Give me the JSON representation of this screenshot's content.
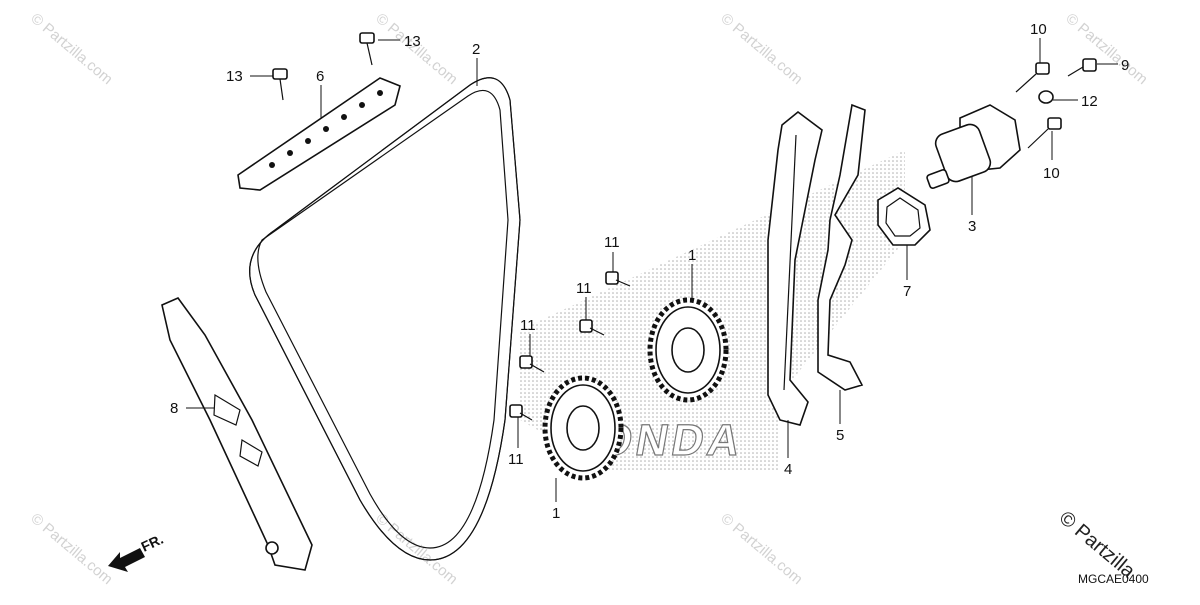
{
  "diagram": {
    "callouts": [
      {
        "id": "c2",
        "text": "2"
      },
      {
        "id": "c6",
        "text": "6"
      },
      {
        "id": "c13a",
        "text": "13"
      },
      {
        "id": "c13b",
        "text": "13"
      },
      {
        "id": "c8",
        "text": "8"
      },
      {
        "id": "c11a",
        "text": "11"
      },
      {
        "id": "c11b",
        "text": "11"
      },
      {
        "id": "c11c",
        "text": "11"
      },
      {
        "id": "c11d",
        "text": "11"
      },
      {
        "id": "c1a",
        "text": "1"
      },
      {
        "id": "c1b",
        "text": "1"
      },
      {
        "id": "c4",
        "text": "4"
      },
      {
        "id": "c5",
        "text": "5"
      },
      {
        "id": "c7",
        "text": "7"
      },
      {
        "id": "c3",
        "text": "3"
      },
      {
        "id": "c10a",
        "text": "10"
      },
      {
        "id": "c10b",
        "text": "10"
      },
      {
        "id": "c9",
        "text": "9"
      },
      {
        "id": "c12",
        "text": "12"
      }
    ],
    "front_marker": "FR.",
    "diagram_code": "MGCAE0400",
    "watermark": "© Partzilla.com",
    "watermark_corner": "© Partzilla",
    "brand_watermark": "HONDA"
  }
}
